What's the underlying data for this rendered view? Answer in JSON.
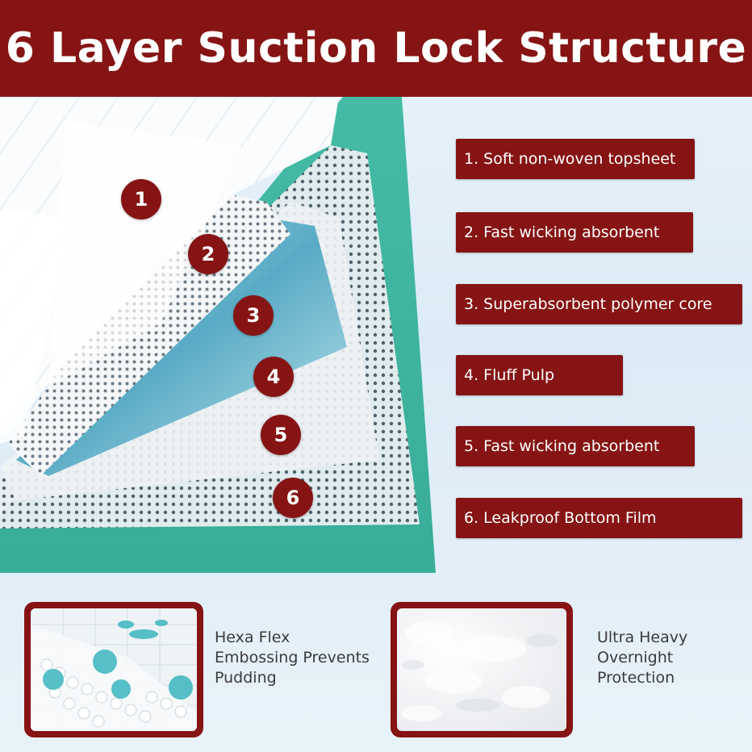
{
  "header": {
    "title": "6 Layer Suction Lock Structure"
  },
  "layer_numbers": [
    "1",
    "2",
    "3",
    "4",
    "5",
    "6"
  ],
  "layers": [
    "1. Soft non-woven topsheet",
    "2. Fast wicking absorbent",
    "3. Superabsorbent polymer core",
    "4. Fluff Pulp",
    "5. Fast wicking absorbent",
    "6. Leakproof Bottom Film"
  ],
  "features": [
    {
      "text": "Hexa Flex\nEmbossing Prevents\nPudding",
      "image": "embossing-closeup"
    },
    {
      "text": "Ultra Heavy\nOvernight\nProtection",
      "image": "absorbent-closeup"
    }
  ],
  "colors": {
    "accent": "#861414",
    "teal": "#3fb6a0",
    "background": "#e3eff8"
  }
}
